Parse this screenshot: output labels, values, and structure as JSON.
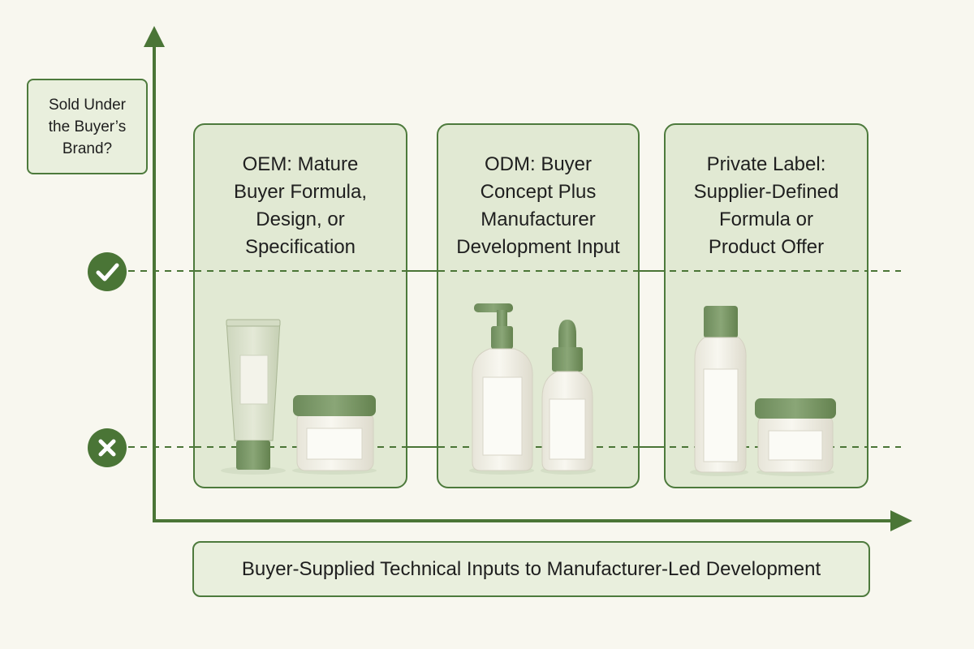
{
  "y_axis": {
    "question": "Sold Under\nthe Buyer’s\nBrand?"
  },
  "x_axis": {
    "label": "Buyer-Supplied Technical Inputs to Manufacturer-Led Development"
  },
  "levels": [
    {
      "name": "yes",
      "icon": "check-icon"
    },
    {
      "name": "no",
      "icon": "x-icon"
    }
  ],
  "panels": [
    {
      "title": "OEM: Mature\nBuyer Formula,\nDesign, or\nSpecification",
      "products": [
        "tube",
        "jar"
      ]
    },
    {
      "title": "ODM: Buyer\nConcept Plus\nManufacturer\nDevelopment Input",
      "products": [
        "pump-bottle",
        "dropper-bottle"
      ]
    },
    {
      "title": "Private Label:\nSupplier-Defined\nFormula or\nProduct Offer",
      "products": [
        "bottle",
        "jar"
      ]
    }
  ],
  "colors": {
    "axis": "#4a7536",
    "panel_fill": "#e1e9d3",
    "panel_border": "#4d7a3c",
    "background": "#f8f7ef",
    "cap": "#7d9a6b",
    "container": "#efede3"
  }
}
